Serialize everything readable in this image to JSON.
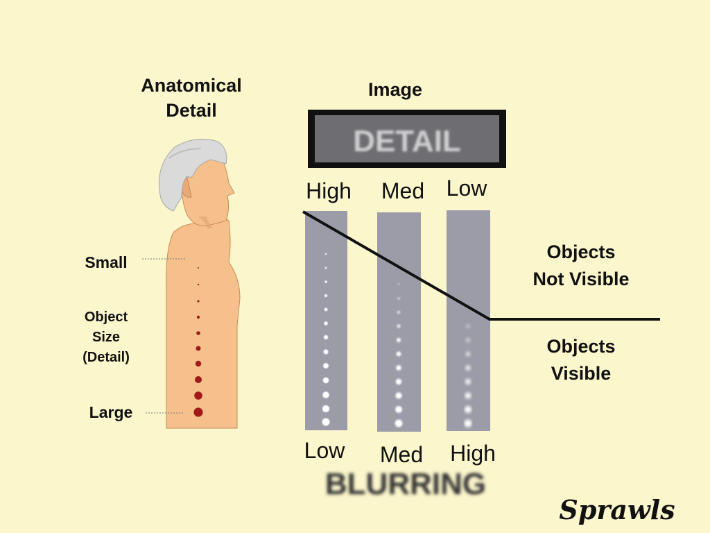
{
  "left_title": {
    "line1": "Anatomical",
    "line2": "Detail"
  },
  "body_labels": {
    "small": "Small",
    "size_line1": "Object",
    "size_line2": "Size",
    "size_line3": "(Detail)",
    "large": "Large"
  },
  "image_title": "Image",
  "detail_box_label": "DETAIL",
  "detail_levels": [
    "High",
    "Med",
    "Low"
  ],
  "blur_levels": [
    "Low",
    "Med",
    "High"
  ],
  "blurring_label": "BLURRING",
  "region_labels": {
    "not_visible_line1": "Objects",
    "not_visible_line2": "Not Visible",
    "visible_line1": "Objects",
    "visible_line2": "Visible"
  },
  "signature": "Sprawls",
  "colors": {
    "background": "#fbf6cc",
    "skin": "#f5c08c",
    "hair": "#d9d9d9",
    "dot": "#a31818",
    "column": "#9c9ca8",
    "box_fill": "#6e6e72",
    "line": "#111111"
  }
}
